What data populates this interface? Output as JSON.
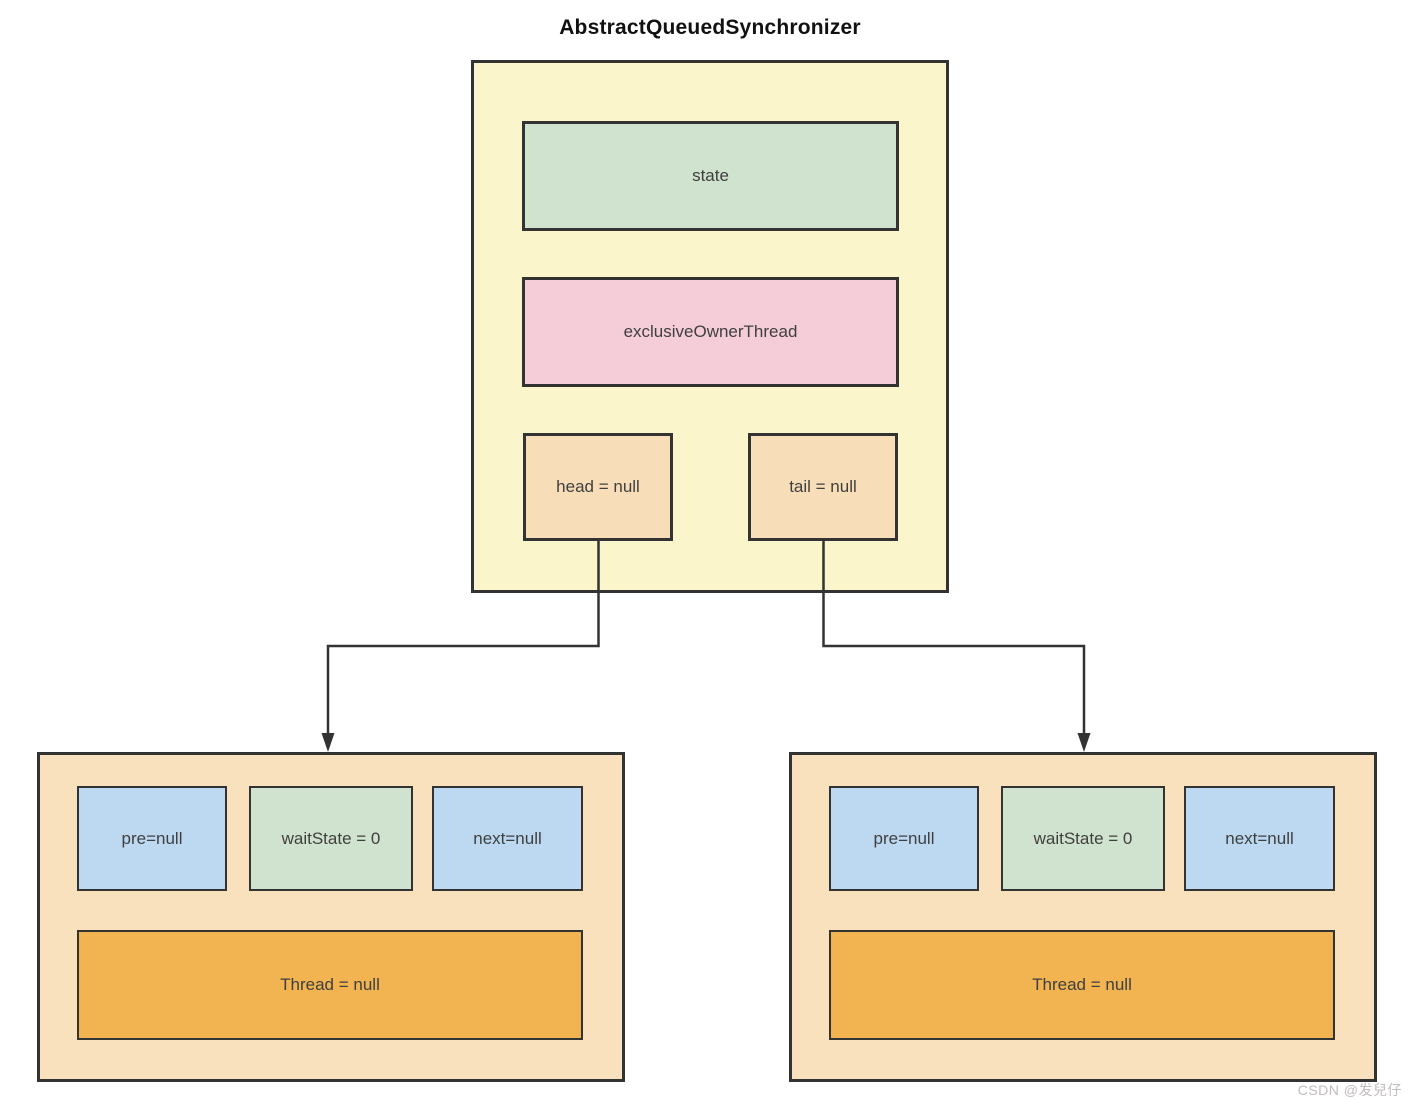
{
  "title": "AbstractQueuedSynchronizer",
  "aqs_box": {
    "state_label": "state",
    "exclusive_owner_label": "exclusiveOwnerThread",
    "head_label": "head = null",
    "tail_label": "tail = null"
  },
  "nodes": [
    {
      "pre_label": "pre=null",
      "wait_state_label": "waitState = 0",
      "next_label": "next=null",
      "thread_label": "Thread = null"
    },
    {
      "pre_label": "pre=null",
      "wait_state_label": "waitState = 0",
      "next_label": "next=null",
      "thread_label": "Thread = null"
    }
  ],
  "watermark": "CSDN @发兒仔",
  "colors": {
    "container_yellow": "#FBF5CB",
    "state_green": "#D0E3CE",
    "owner_pink": "#F5CDD9",
    "pointer_tan": "#F8DEB8",
    "node_tan": "#F9E1BE",
    "field_blue": "#BDD9F1",
    "thread_orange": "#F2B351",
    "line_dark": "#333333"
  }
}
